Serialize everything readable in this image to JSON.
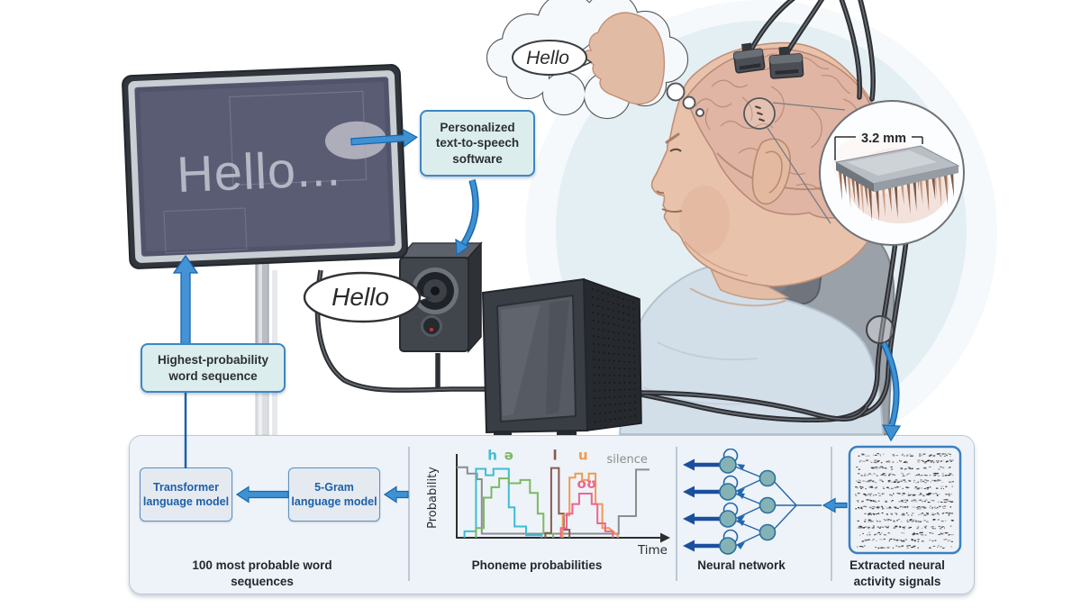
{
  "palette": {
    "accent-blue": "#2e7fc4",
    "arrow-fill": "#3e92d2",
    "panel-bg": "#edf3f9",
    "panel-border": "#bcc8d4",
    "cyan-box-bg": "#dcedee",
    "box-border": "#3d86c6",
    "lm-box-bg": "#e5eaf1",
    "lm-text": "#1d5fa8",
    "screen-bg": "#5a5c74",
    "screen-text": "#b5b7c5",
    "caption-color": "#24282d"
  },
  "screen": {
    "text": "Hello..."
  },
  "thought_bubble": {
    "text": "Hello"
  },
  "speech_bubble": {
    "text": "Hello"
  },
  "implant_inset": {
    "label": "3.2 mm"
  },
  "flow_boxes": {
    "tts": "Personalized text-to-speech software",
    "highest": "Highest-probability word sequence",
    "transformer": "Transformer language model",
    "five_gram": "5-Gram language model"
  },
  "captions": {
    "sequences": "100 most probable word sequences",
    "phonemes": "Phoneme probabilities",
    "network": "Neural network",
    "signals": "Extracted neural activity signals"
  },
  "chart_data": {
    "type": "line",
    "title": "Phoneme probabilities",
    "xlabel": "Time",
    "ylabel": "Probability",
    "x_range": [
      0,
      1
    ],
    "y_range": [
      0,
      1
    ],
    "grid": false,
    "legend_position": "inline-labels",
    "series": [
      {
        "name": "silence",
        "color": "#8d8d8d",
        "label_pos": [
          0.99,
          0.93
        ],
        "points": [
          [
            0,
            0.88
          ],
          [
            0.055,
            0.88
          ],
          [
            0.055,
            0.8
          ],
          [
            0.105,
            0.8
          ],
          [
            0.105,
            0.73
          ],
          [
            0.13,
            0.73
          ],
          [
            0.13,
            0.05
          ],
          [
            0.84,
            0.05
          ],
          [
            0.84,
            0.27
          ],
          [
            0.93,
            0.27
          ],
          [
            0.93,
            0.85
          ],
          [
            1,
            0.85
          ]
        ]
      },
      {
        "name": "h",
        "color": "#3fbcd3",
        "label_pos": [
          0.185,
          0.97
        ],
        "points": [
          [
            0.04,
            0
          ],
          [
            0.04,
            0.08
          ],
          [
            0.1,
            0.08
          ],
          [
            0.1,
            0.86
          ],
          [
            0.15,
            0.86
          ],
          [
            0.15,
            0.78
          ],
          [
            0.19,
            0.78
          ],
          [
            0.19,
            0.86
          ],
          [
            0.27,
            0.86
          ],
          [
            0.27,
            0.38
          ],
          [
            0.3,
            0.38
          ],
          [
            0.3,
            0.14
          ],
          [
            0.36,
            0.14
          ],
          [
            0.36,
            0.03
          ],
          [
            0.44,
            0.03
          ],
          [
            0.44,
            0
          ]
        ]
      },
      {
        "name": "ə",
        "color": "#7cb862",
        "label_pos": [
          0.27,
          0.97
        ],
        "points": [
          [
            0.1,
            0
          ],
          [
            0.1,
            0.12
          ],
          [
            0.14,
            0.12
          ],
          [
            0.14,
            0.5
          ],
          [
            0.18,
            0.5
          ],
          [
            0.18,
            0.63
          ],
          [
            0.22,
            0.63
          ],
          [
            0.22,
            0.74
          ],
          [
            0.27,
            0.74
          ],
          [
            0.27,
            0.68
          ],
          [
            0.33,
            0.68
          ],
          [
            0.33,
            0.72
          ],
          [
            0.38,
            0.72
          ],
          [
            0.38,
            0.56
          ],
          [
            0.42,
            0.56
          ],
          [
            0.42,
            0.3
          ],
          [
            0.45,
            0.3
          ],
          [
            0.45,
            0.05
          ],
          [
            0.5,
            0.05
          ],
          [
            0.5,
            0
          ]
        ]
      },
      {
        "name": "l",
        "color": "#8a5a50",
        "label_pos": [
          0.51,
          0.97
        ],
        "points": [
          [
            0.46,
            0
          ],
          [
            0.46,
            0.06
          ],
          [
            0.49,
            0.06
          ],
          [
            0.49,
            0.87
          ],
          [
            0.53,
            0.87
          ],
          [
            0.53,
            0.3
          ],
          [
            0.555,
            0.3
          ],
          [
            0.555,
            0.1
          ],
          [
            0.585,
            0.1
          ],
          [
            0.585,
            0
          ]
        ]
      },
      {
        "name": "u",
        "color": "#f09a50",
        "label_pos": [
          0.655,
          0.97
        ],
        "points": [
          [
            0.55,
            0
          ],
          [
            0.55,
            0.28
          ],
          [
            0.585,
            0.28
          ],
          [
            0.585,
            0.75
          ],
          [
            0.615,
            0.75
          ],
          [
            0.615,
            0.8
          ],
          [
            0.65,
            0.8
          ],
          [
            0.65,
            0.72
          ],
          [
            0.685,
            0.72
          ],
          [
            0.685,
            0.8
          ],
          [
            0.72,
            0.8
          ],
          [
            0.72,
            0.42
          ],
          [
            0.755,
            0.42
          ],
          [
            0.755,
            0.12
          ],
          [
            0.79,
            0.12
          ],
          [
            0.835,
            0.03
          ],
          [
            0.835,
            0
          ]
        ]
      },
      {
        "name": "oʊ",
        "color": "#f1648c",
        "label_pos": [
          0.675,
          0.62
        ],
        "points": [
          [
            0.54,
            0
          ],
          [
            0.54,
            0.12
          ],
          [
            0.57,
            0.12
          ],
          [
            0.57,
            0.3
          ],
          [
            0.6,
            0.3
          ],
          [
            0.6,
            0.42
          ],
          [
            0.635,
            0.42
          ],
          [
            0.635,
            0.55
          ],
          [
            0.7,
            0.55
          ],
          [
            0.7,
            0.42
          ],
          [
            0.73,
            0.42
          ],
          [
            0.73,
            0.18
          ],
          [
            0.77,
            0.18
          ],
          [
            0.77,
            0.08
          ],
          [
            0.81,
            0.08
          ],
          [
            0.81,
            0
          ]
        ]
      }
    ]
  }
}
